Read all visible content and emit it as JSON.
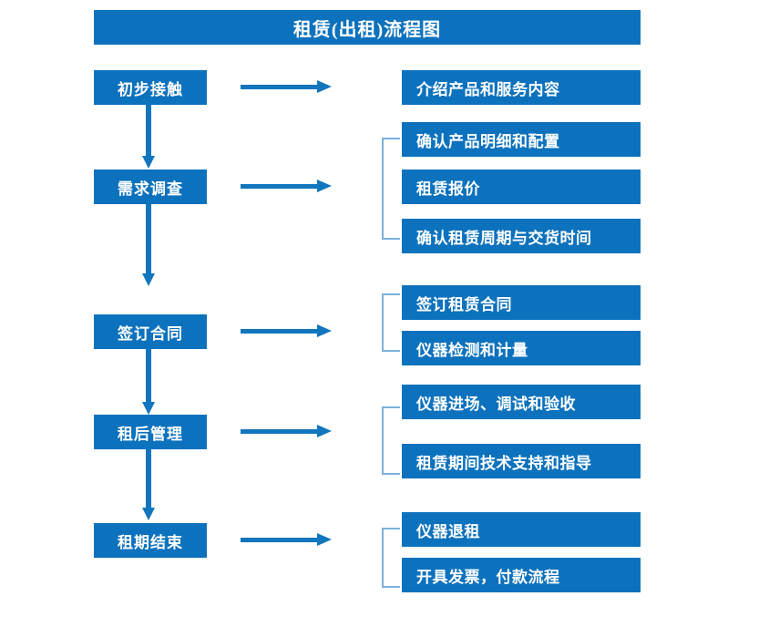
{
  "diagram": {
    "title": "租赁(出租)流程图",
    "colors": {
      "box_fill": "#0d72bd",
      "box_text": "#ffffff",
      "arrow": "#1176bd",
      "bracket": "#7bb2dc",
      "background": "#ffffff"
    },
    "stages": [
      {
        "label": "初步接触"
      },
      {
        "label": "需求调查"
      },
      {
        "label": "签订合同"
      },
      {
        "label": "租后管理"
      },
      {
        "label": "租期结束"
      }
    ],
    "detail_groups": [
      {
        "for_stage": "初步接触",
        "bracketed": false,
        "items": [
          {
            "label": "介绍产品和服务内容"
          }
        ]
      },
      {
        "for_stage": "需求调查",
        "bracketed": true,
        "items": [
          {
            "label": "确认产品明细和配置"
          },
          {
            "label": "租赁报价"
          },
          {
            "label": "确认租赁周期与交货时间"
          }
        ]
      },
      {
        "for_stage": "签订合同",
        "bracketed": true,
        "items": [
          {
            "label": "签订租赁合同"
          },
          {
            "label": "仪器检测和计量"
          }
        ]
      },
      {
        "for_stage": "租后管理",
        "bracketed": true,
        "items": [
          {
            "label": "仪器进场、调试和验收"
          },
          {
            "label": "租赁期间技术支持和指导"
          }
        ]
      },
      {
        "for_stage": "租期结束",
        "bracketed": true,
        "items": [
          {
            "label": "仪器退租"
          },
          {
            "label": "开具发票，付款流程"
          }
        ]
      }
    ]
  }
}
